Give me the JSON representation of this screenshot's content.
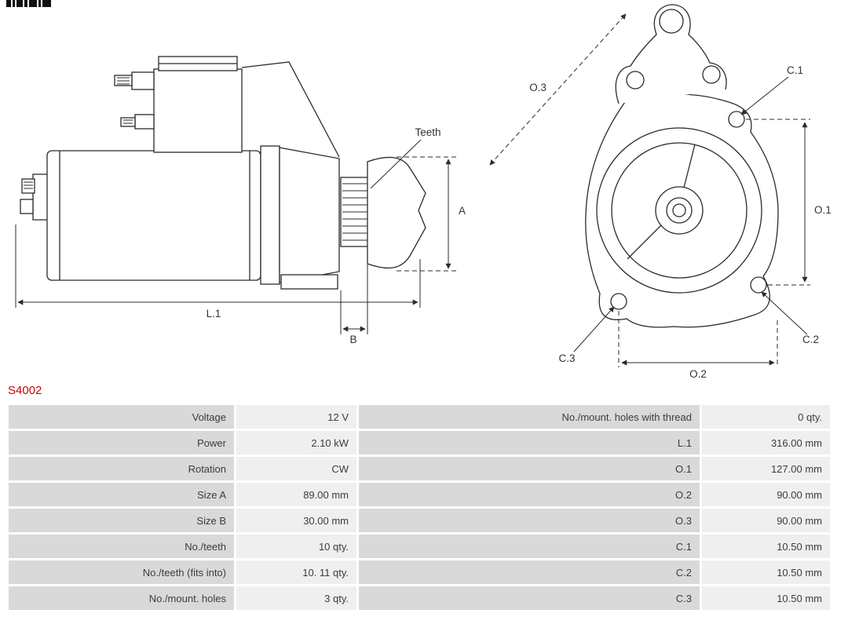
{
  "part_number": "S4002",
  "diagram": {
    "side_view": {
      "teeth_label": "Teeth",
      "dim_a": "A",
      "dim_b": "B",
      "dim_l1": "L.1"
    },
    "front_view": {
      "dim_o1": "O.1",
      "dim_o2": "O.2",
      "dim_o3": "O.3",
      "dim_c1": "C.1",
      "dim_c2": "C.2",
      "dim_c3": "C.3"
    }
  },
  "specs": {
    "rows": [
      {
        "label_left": "Voltage",
        "value_left": "12 V",
        "label_right": "No./mount. holes with thread",
        "value_right": "0 qty."
      },
      {
        "label_left": "Power",
        "value_left": "2.10 kW",
        "label_right": "L.1",
        "value_right": "316.00 mm"
      },
      {
        "label_left": "Rotation",
        "value_left": "CW",
        "label_right": "O.1",
        "value_right": "127.00 mm"
      },
      {
        "label_left": "Size A",
        "value_left": "89.00 mm",
        "label_right": "O.2",
        "value_right": "90.00 mm"
      },
      {
        "label_left": "Size B",
        "value_left": "30.00 mm",
        "label_right": "O.3",
        "value_right": "90.00 mm"
      },
      {
        "label_left": "No./teeth",
        "value_left": "10 qty.",
        "label_right": "C.1",
        "value_right": "10.50 mm"
      },
      {
        "label_left": "No./teeth (fits into)",
        "value_left": "10. 11 qty.",
        "label_right": "C.2",
        "value_right": "10.50 mm"
      },
      {
        "label_left": "No./mount. holes",
        "value_left": "3 qty.",
        "label_right": "C.3",
        "value_right": "10.50 mm"
      }
    ]
  },
  "colors": {
    "accent_red": "#cc0000",
    "cell_label_bg": "#d9d9d9",
    "cell_value_bg": "#efefef",
    "text_color": "#3c3c3c",
    "line_color": "#2b2b2b"
  }
}
